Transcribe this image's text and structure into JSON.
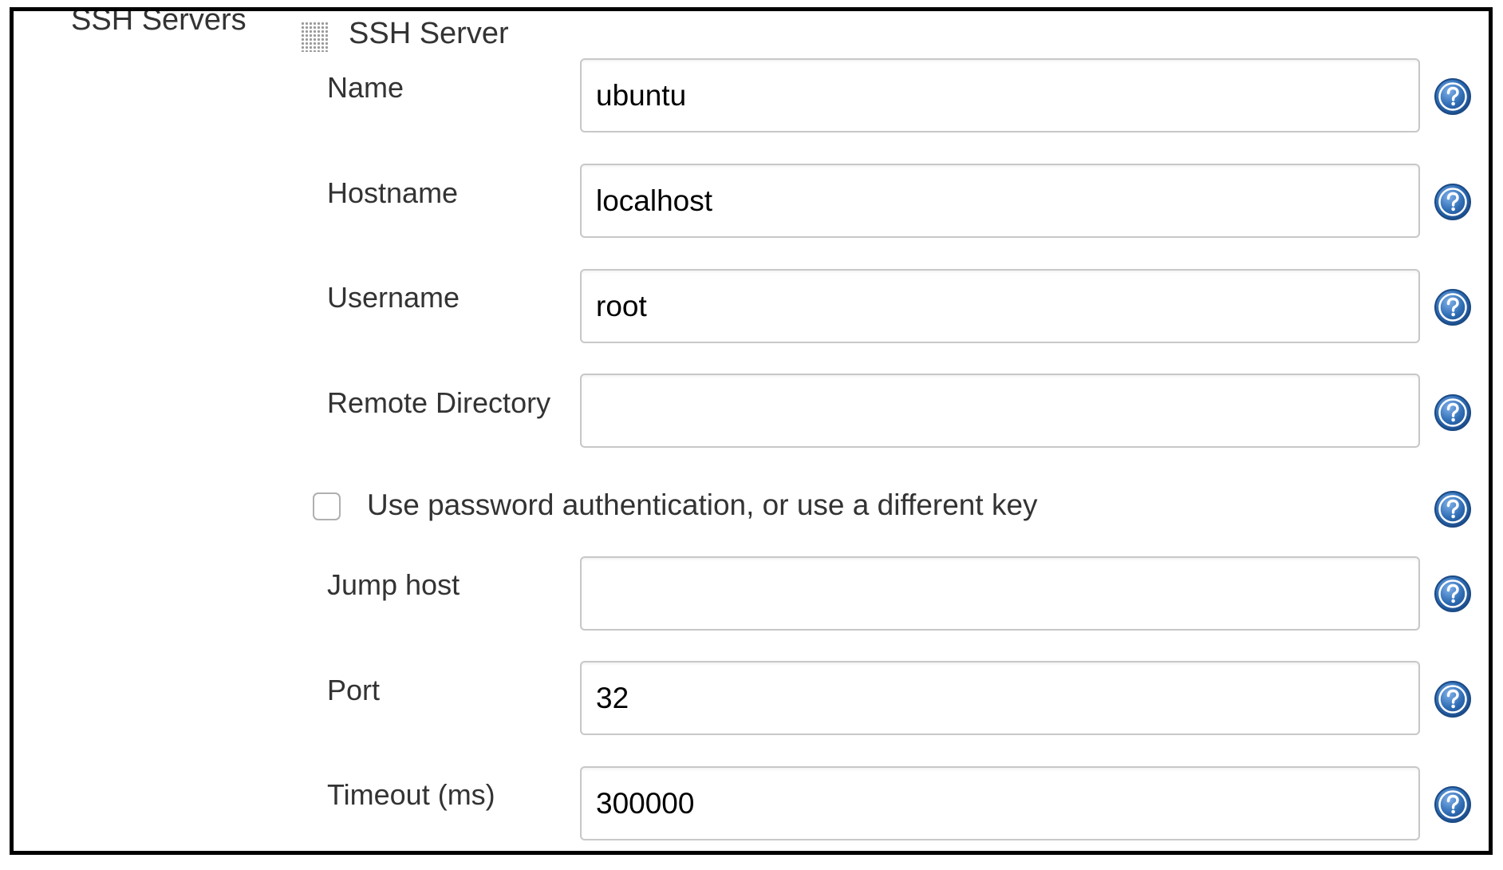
{
  "section_title": "SSH Servers",
  "server": {
    "title": "SSH Server",
    "fields": {
      "name": {
        "label": "Name",
        "value": "ubuntu"
      },
      "hostname": {
        "label": "Hostname",
        "value": "localhost"
      },
      "username": {
        "label": "Username",
        "value": "root"
      },
      "remote_directory": {
        "label": "Remote Directory",
        "value": ""
      },
      "jump_host": {
        "label": "Jump host",
        "value": ""
      },
      "port": {
        "label": "Port",
        "value": "32"
      },
      "timeout": {
        "label": "Timeout (ms)",
        "value": "300000"
      }
    },
    "password_auth": {
      "label": "Use password authentication, or use a different key",
      "checked": false
    }
  },
  "icons": {
    "help": "help-icon",
    "drag_handle": "drag-handle-icon"
  },
  "colors": {
    "help_icon_blue": "#2f6db5",
    "label_text": "#333333",
    "input_border": "#c8c8c8"
  }
}
